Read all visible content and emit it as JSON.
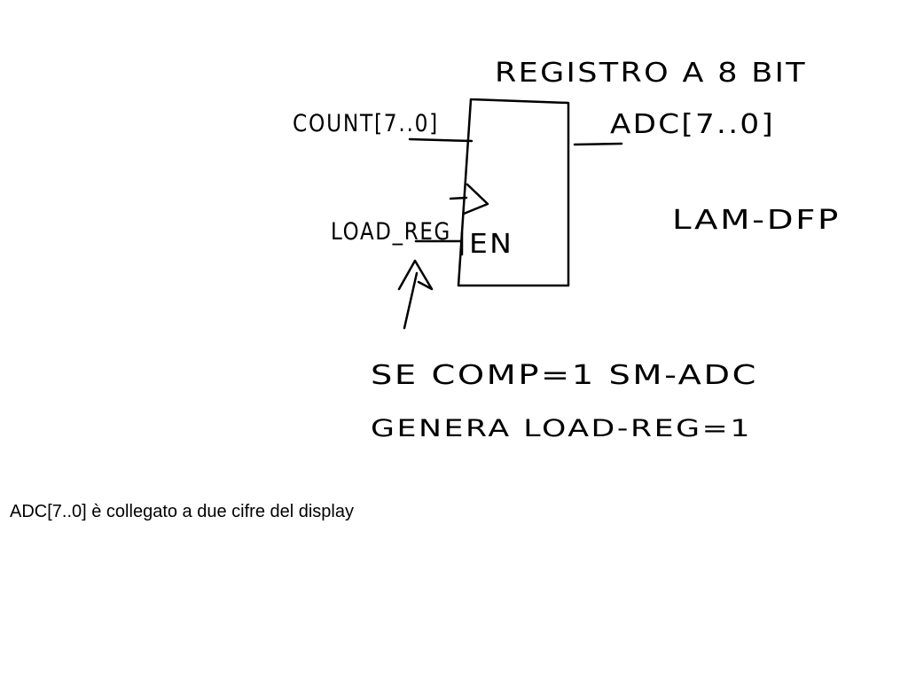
{
  "diagram": {
    "title": "REGISTRO A 8 BIT",
    "input_label": "COUNT[7..0]",
    "output_label": "ADC[7..0]",
    "enable_input_label": "LOAD_REG",
    "enable_pin_label": "EN",
    "side_label": "LAM-DFP",
    "note_line1": "SE COMP=1 SM-ADC",
    "note_line2": "GENERA LOAD-REG=1"
  },
  "caption": "ADC[7..0] è collegato a due cifre del display"
}
